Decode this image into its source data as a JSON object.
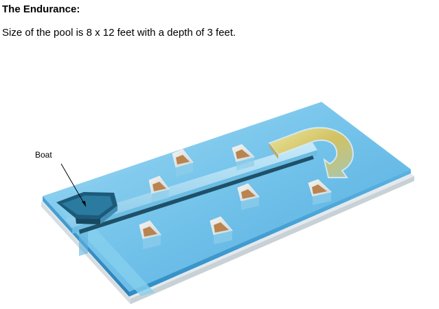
{
  "document": {
    "title": "The Endurance:",
    "body": "Size of the pool is 8 x 12 feet with a depth of 3 feet."
  },
  "figure": {
    "callout_label": "Boat",
    "colors": {
      "water_top": "#74c4ea",
      "water_front": "#4aa3d6",
      "water_side": "#3c8fc2",
      "pool_floor": "#2f87bd",
      "base_rim": "#dfe6ea",
      "boat": "#1d5a7a",
      "arrow": "#d8c25a",
      "buoy_light": "#f2efe6",
      "buoy_copper": "#b9844f"
    }
  }
}
